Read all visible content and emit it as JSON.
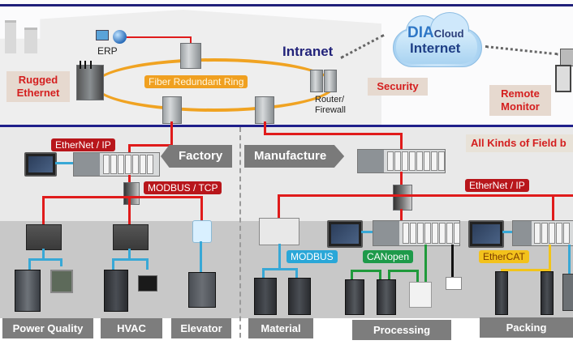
{
  "top": {
    "erp_label": "ERP",
    "rugged_ethernet": "Rugged\nEthernet",
    "rugged_line1": "Rugged",
    "rugged_line2": "Ethernet",
    "ring_label": "Fiber Redundant Ring",
    "intranet_label": "Intranet",
    "router_line1": "Router/",
    "router_line2": "Firewall",
    "security_label": "Security",
    "cloud_brand": "DIA",
    "cloud_brand_suffix": "Cloud",
    "cloud_label": "Internet",
    "remote_line1": "Remote",
    "remote_line2": "Monitor"
  },
  "factory": {
    "zone_label": "Factory",
    "protocol_top": "EtherNet / IP",
    "protocol_mid": "MODBUS / TCP",
    "groups": [
      {
        "label": "Power Quality"
      },
      {
        "label": "HVAC"
      },
      {
        "label": "Elevator"
      }
    ]
  },
  "manufacture": {
    "zone_label": "Manufacture",
    "fieldbus_banner": "All  Kinds of Field b",
    "protocol_top": "EtherNet / IP",
    "protocols": {
      "modbus": "MODBUS",
      "canopen": "CANopen",
      "ethercat": "EtherCAT"
    },
    "groups": [
      {
        "label": "Material"
      },
      {
        "label": "Processing"
      },
      {
        "label": "Packing"
      }
    ]
  },
  "colors": {
    "frame_blue": "#1f1f7a",
    "ethernet_red": "#e01b1b",
    "modbus_blue": "#38a8d6",
    "canopen_green": "#1f9a3b",
    "ethercat_yellow": "#f2c41a",
    "ring_orange": "#f0a322"
  }
}
